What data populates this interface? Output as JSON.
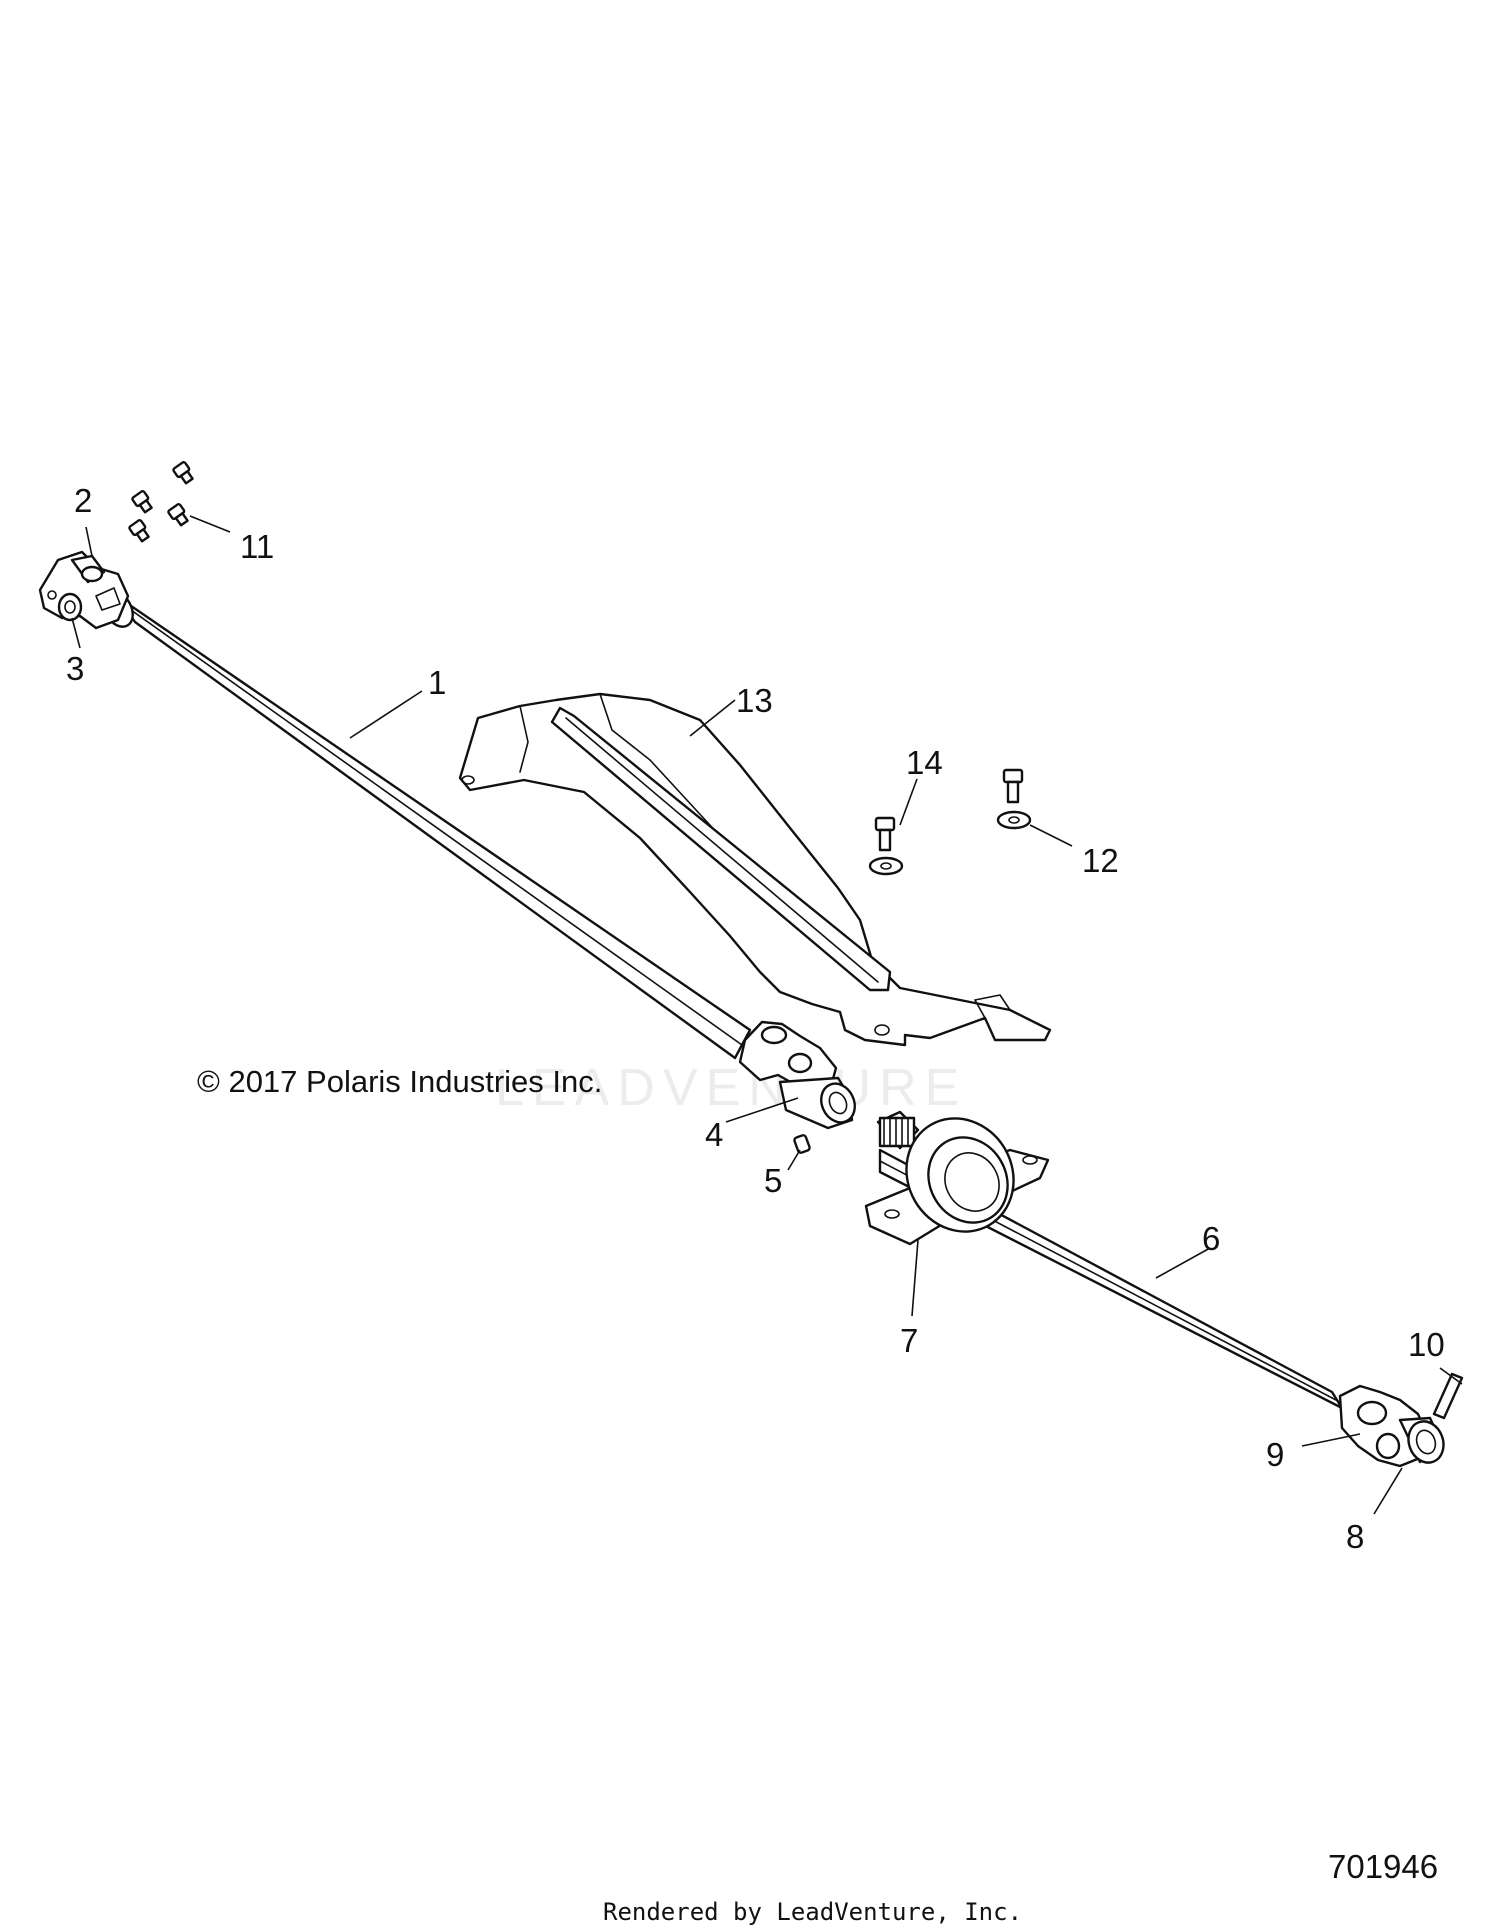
{
  "copyright": "© 2017 Polaris Industries Inc.",
  "watermark": "LEADVENTURE",
  "diagram_number": "701946",
  "rendered_by": "Rendered by LeadVenture, Inc.",
  "callouts": [
    "1",
    "2",
    "3",
    "4",
    "5",
    "6",
    "7",
    "8",
    "9",
    "10",
    "11",
    "12",
    "13",
    "14"
  ]
}
